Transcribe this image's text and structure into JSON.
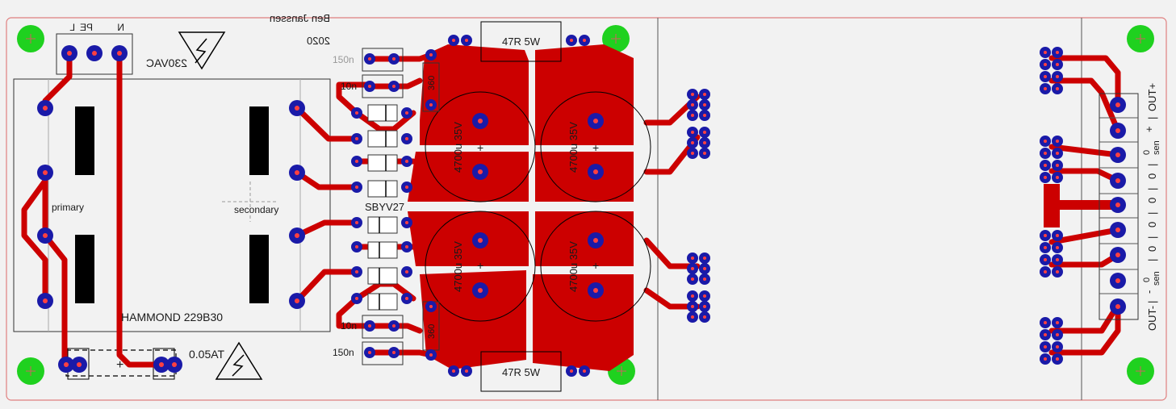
{
  "board": {
    "author": "Ben Janssen",
    "year": "2020",
    "mains_label": "230VAC",
    "mains_terminals": [
      "PE",
      "L",
      "N"
    ],
    "transformer_model": "HAMMOND 229B30",
    "transformer_primary": "primary",
    "transformer_secondary": "secondary",
    "fuse_rating": "0.05AT",
    "fuse_polarity": "+",
    "rectifier_diode": "SBYV27",
    "bleeder_resistor": "47R 5W",
    "snubber_labels": [
      "150n",
      "10n",
      "10n",
      "150n"
    ],
    "snubber_resistor": "360",
    "capacitor_value": "4700u 35V",
    "capacitor_polarity": "+",
    "output_labels": [
      "OUT+",
      "+",
      "sen",
      "0",
      "0",
      "0",
      "0",
      "0",
      "-",
      "sen",
      "OUT-"
    ],
    "colors": {
      "background": "#f2f2f2",
      "copper": "#cc0000",
      "pad": "#1a1aa8",
      "mounting_hole": "#22cc22",
      "silkscreen": "#111111",
      "board_outline": "#e08080"
    }
  }
}
